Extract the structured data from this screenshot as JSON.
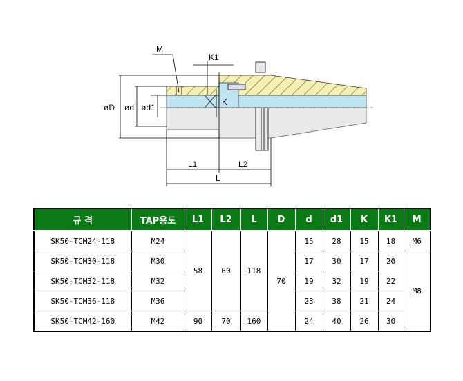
{
  "diagram": {
    "labels": {
      "M": "M",
      "K1": "K1",
      "K": "K",
      "D": "øD",
      "d": "ød",
      "d1": "ød1",
      "L1": "L1",
      "L2": "L2",
      "L": "L"
    },
    "colors": {
      "hatch": "#f5f0b0",
      "bore": "#bfe4f2",
      "body": "#e8e8e8",
      "header": "#0a7a14"
    }
  },
  "table": {
    "headers": [
      "규 격",
      "TAP용도",
      "L1",
      "L2",
      "L",
      "D",
      "d",
      "d1",
      "K",
      "K1",
      "M"
    ],
    "rows": [
      {
        "model": "SK50-TCM24-118",
        "tap": "M24",
        "d": "15",
        "d1": "28",
        "K": "15",
        "K1": "18"
      },
      {
        "model": "SK50-TCM30-118",
        "tap": "M30",
        "d": "17",
        "d1": "30",
        "K": "17",
        "K1": "20"
      },
      {
        "model": "SK50-TCM32-118",
        "tap": "M32",
        "d": "19",
        "d1": "32",
        "K": "19",
        "K1": "22"
      },
      {
        "model": "SK50-TCM36-118",
        "tap": "M36",
        "d": "23",
        "d1": "38",
        "K": "21",
        "K1": "24"
      },
      {
        "model": "SK50-TCM42-160",
        "tap": "M42",
        "d": "24",
        "d1": "40",
        "K": "26",
        "K1": "30"
      }
    ],
    "merged": {
      "L1_118": "58",
      "L2_118": "60",
      "L_118": "118",
      "L1_160": "90",
      "L2_160": "70",
      "L_160": "160",
      "D": "70",
      "M_first": "M6",
      "M_rest": "M8"
    }
  }
}
